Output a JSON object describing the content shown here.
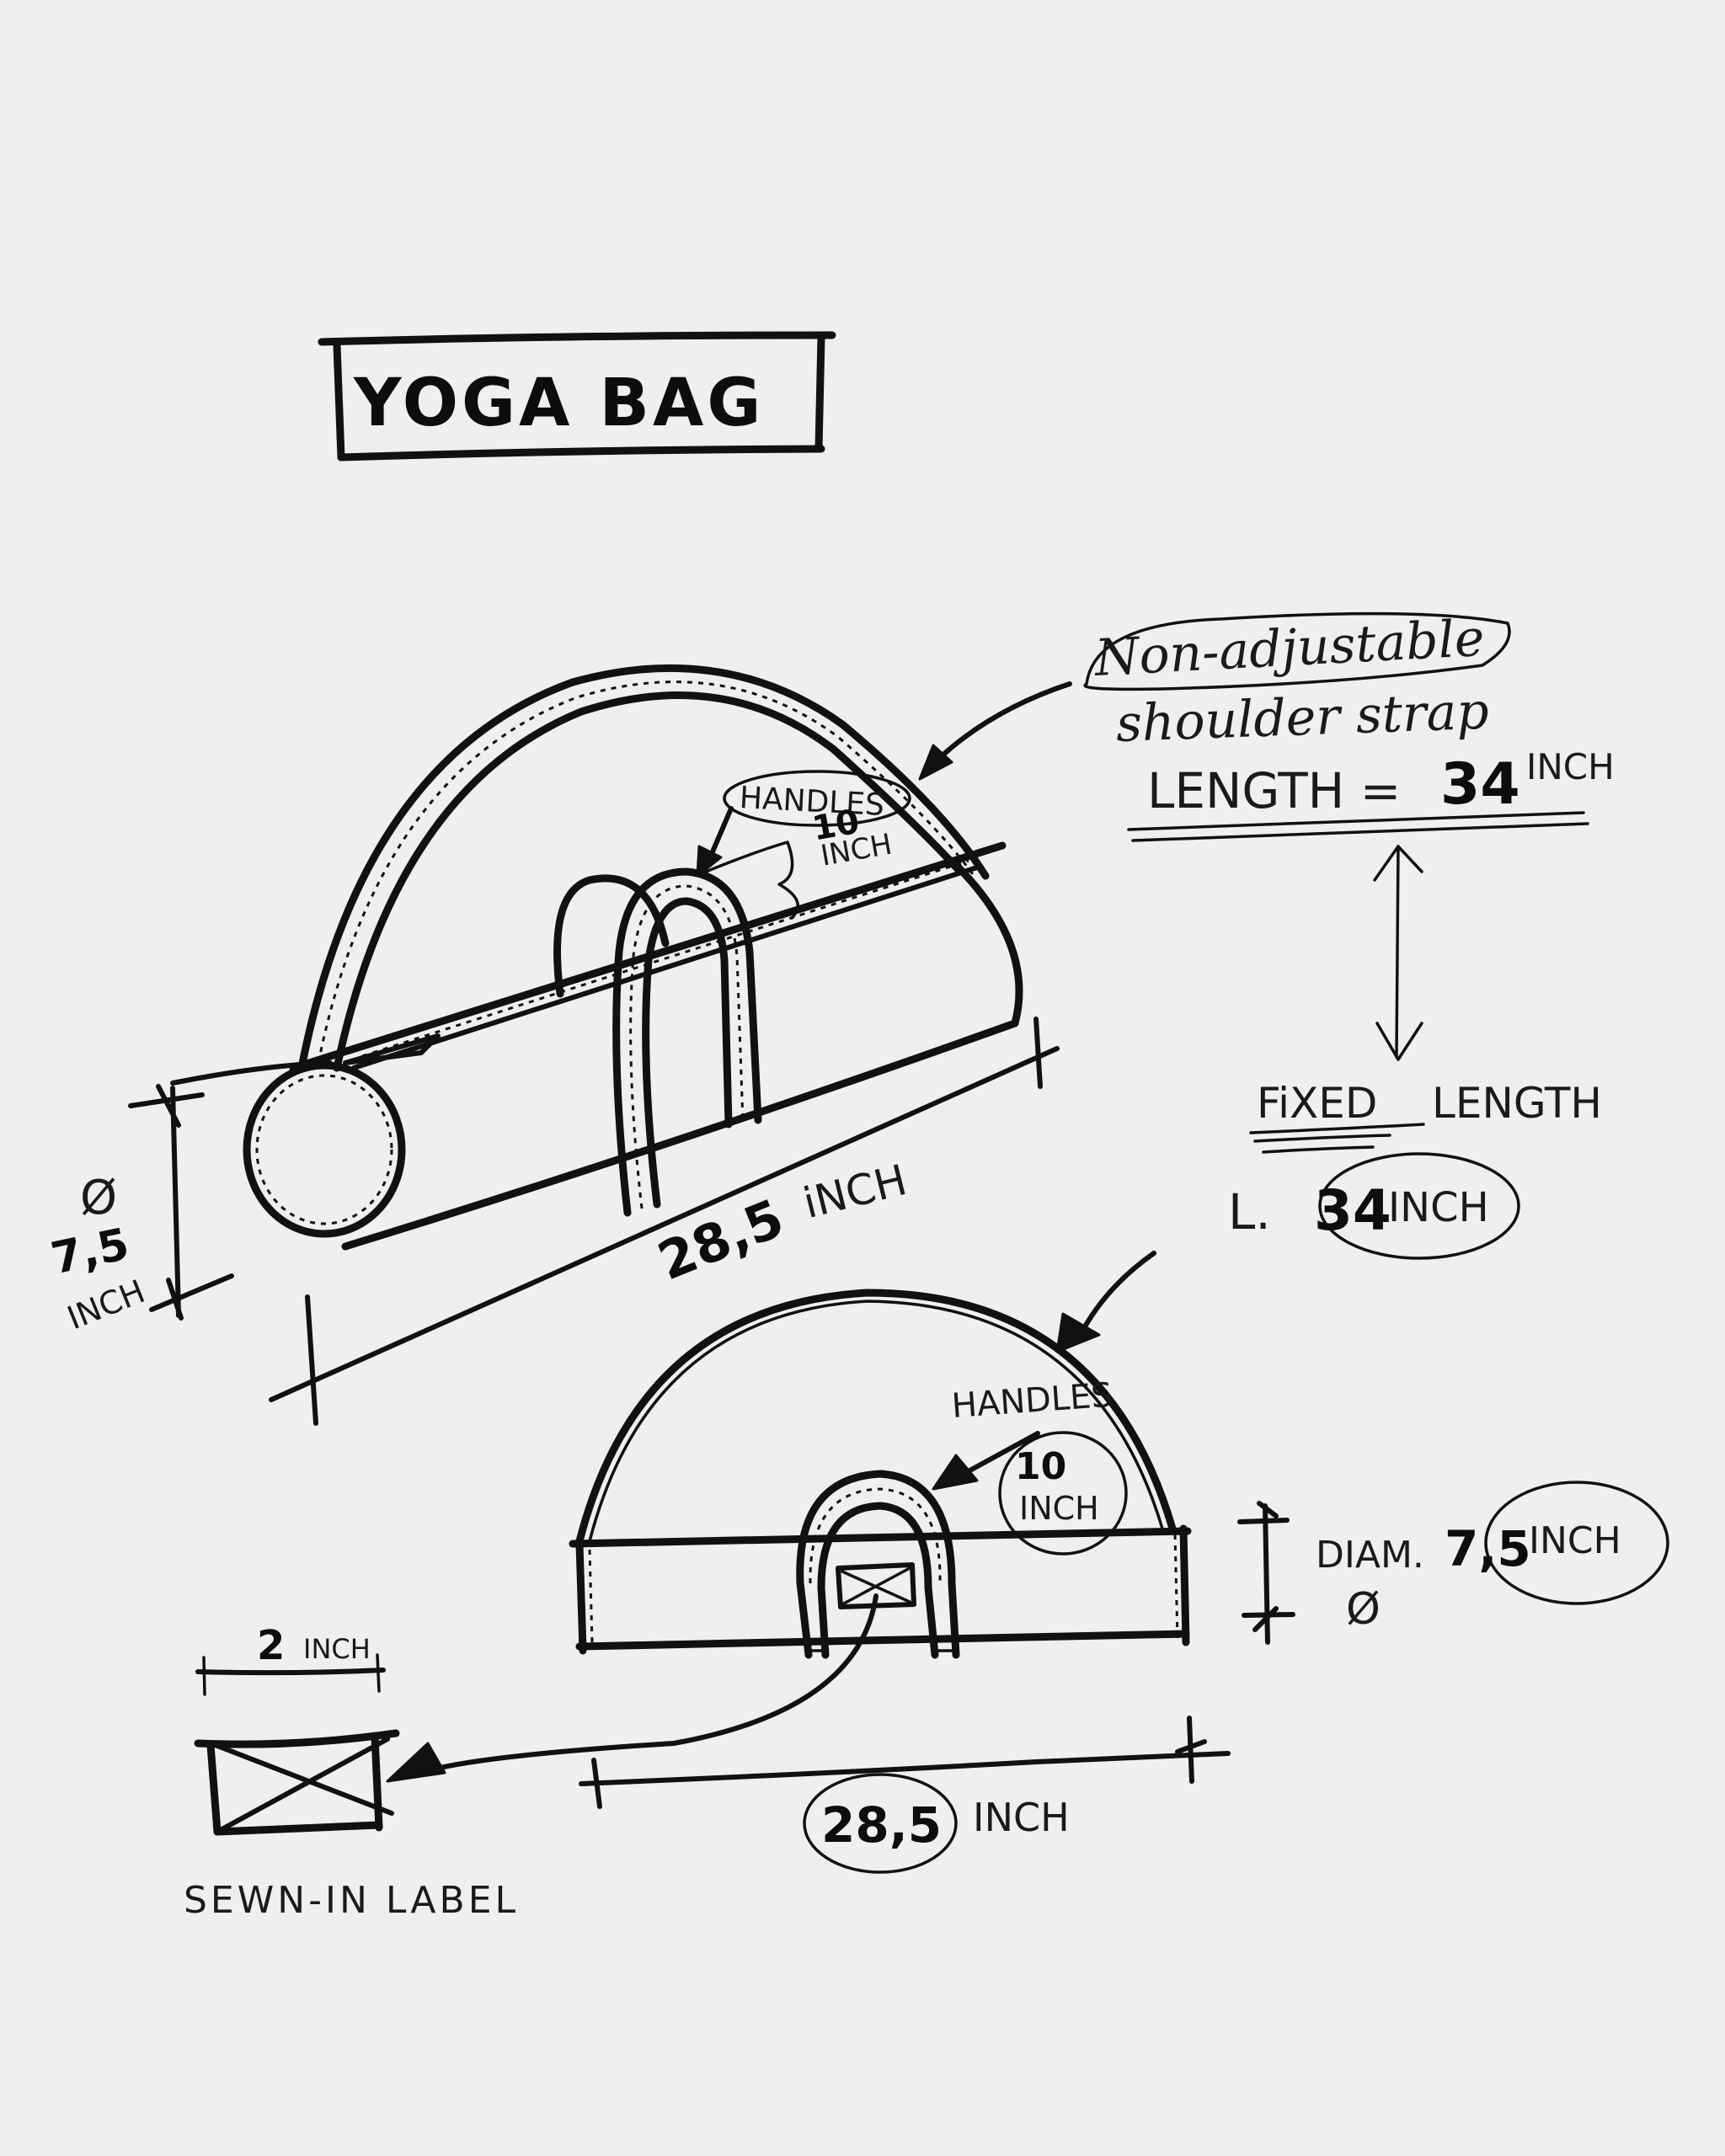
{
  "title": "YOGA BAG",
  "colors": {
    "background": "#efefef",
    "ink": "#111111"
  },
  "perspective_view": {
    "strap_callout": {
      "line1": "Non-adjustable",
      "line2": "shoulder strap",
      "length_label": "LENGTH =",
      "length_value": "34",
      "length_unit": "INCH"
    },
    "handles_callout": {
      "label": "HANDLES",
      "value": "10",
      "unit": "INCH"
    },
    "diameter": {
      "symbol": "Ø",
      "value": "7,5",
      "unit": "INCH"
    },
    "length": {
      "value": "28,5",
      "unit": "iNCH"
    }
  },
  "fixed_length_note": {
    "label_part1": "FiXED",
    "label_part2": "LENGTH",
    "prefix": "L.",
    "value": "34",
    "unit": "INCH"
  },
  "side_view": {
    "handles_callout": {
      "label": "HANDLES",
      "value": "10",
      "unit": "INCH"
    },
    "diameter": {
      "label": "DIAM.",
      "symbol": "Ø",
      "value": "7,5",
      "unit": "INCH"
    },
    "length": {
      "value": "28,5",
      "unit": "INCH"
    }
  },
  "sewn_in_label": {
    "width_value": "2",
    "width_unit": "INCH",
    "caption": "SEWN-IN LABEL"
  }
}
